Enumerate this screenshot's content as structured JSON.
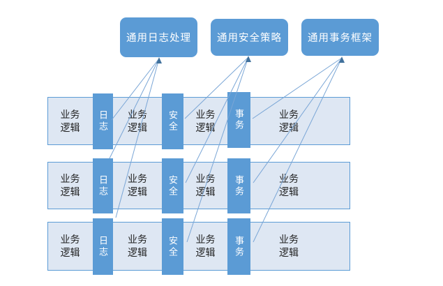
{
  "diagram": {
    "kind": "aop-crosscutting-concerns",
    "colors": {
      "aspect_box_fill": "#5b9bd5",
      "aspect_box_text": "#ffffff",
      "bar_fill": "#dee7f3",
      "bar_border": "#5b9bd5",
      "segment_fill": "#5b9bd5",
      "segment_text": "#ffffff",
      "business_text": "#1f1f1f",
      "connector_line": "#7aa6d6",
      "arrowhead": "#41719c"
    },
    "boxes": [
      {
        "id": "log",
        "label": "通用日志处理"
      },
      {
        "id": "security",
        "label": "通用安全策略"
      },
      {
        "id": "transaction",
        "label": "通用事务框架"
      }
    ],
    "bars": [
      {
        "name": "layer-1",
        "cells": [
          {
            "type": "business",
            "label": "业务逻辑"
          },
          {
            "type": "aspect",
            "aspect": "log",
            "label": "日志"
          },
          {
            "type": "business",
            "label": "业务逻辑"
          },
          {
            "type": "aspect",
            "aspect": "security",
            "label": "安全"
          },
          {
            "type": "business",
            "label": "业务逻辑"
          },
          {
            "type": "aspect",
            "aspect": "transaction",
            "label": "事务"
          },
          {
            "type": "business",
            "label": "业务逻辑"
          }
        ]
      },
      {
        "name": "layer-2",
        "cells": [
          {
            "type": "business",
            "label": "业务逻辑"
          },
          {
            "type": "aspect",
            "aspect": "log",
            "label": "日志"
          },
          {
            "type": "business",
            "label": "业务逻辑"
          },
          {
            "type": "aspect",
            "aspect": "security",
            "label": "安全"
          },
          {
            "type": "business",
            "label": "业务逻辑"
          },
          {
            "type": "aspect",
            "aspect": "transaction",
            "label": "事务"
          },
          {
            "type": "business",
            "label": "业务逻辑"
          }
        ]
      },
      {
        "name": "layer-3",
        "cells": [
          {
            "type": "business",
            "label": "业务逻辑"
          },
          {
            "type": "aspect",
            "aspect": "log",
            "label": "日志"
          },
          {
            "type": "business",
            "label": "业务逻辑"
          },
          {
            "type": "aspect",
            "aspect": "security",
            "label": "安全"
          },
          {
            "type": "business",
            "label": "业务逻辑"
          },
          {
            "type": "aspect",
            "aspect": "transaction",
            "label": "事务"
          },
          {
            "type": "business",
            "label": "业务逻辑"
          }
        ]
      }
    ],
    "connectors": [
      {
        "box": "log",
        "bar": 0
      },
      {
        "box": "log",
        "bar": 1
      },
      {
        "box": "log",
        "bar": 2
      },
      {
        "box": "security",
        "bar": 0
      },
      {
        "box": "security",
        "bar": 1
      },
      {
        "box": "security",
        "bar": 2
      },
      {
        "box": "transaction",
        "bar": 0
      },
      {
        "box": "transaction",
        "bar": 1
      },
      {
        "box": "transaction",
        "bar": 2
      }
    ]
  }
}
